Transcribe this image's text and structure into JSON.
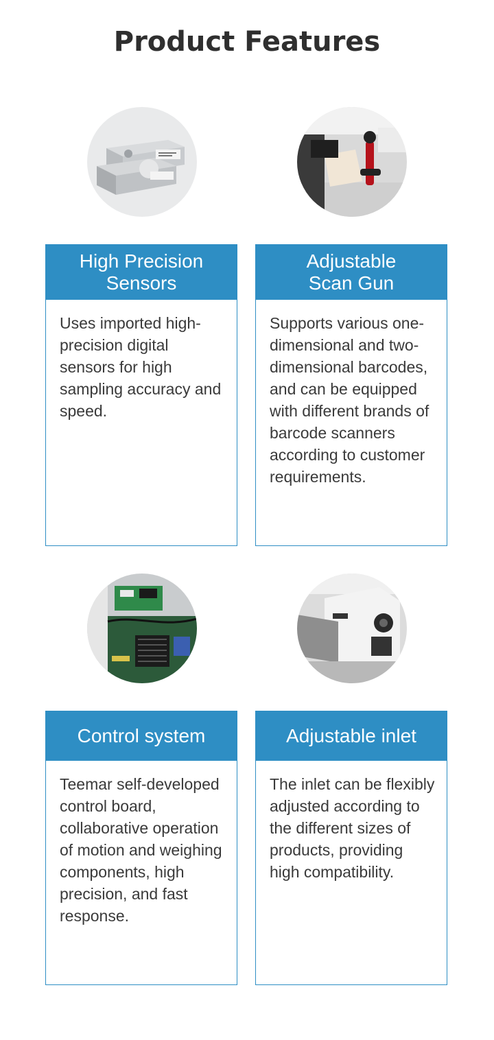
{
  "page": {
    "title": "Product Features"
  },
  "features": [
    {
      "title": "High Precision\nSensors",
      "description": "Uses imported high-precision digital sensors for high sampling accuracy and speed.",
      "image_icon": "load-cell-sensor-photo"
    },
    {
      "title": "Adjustable\nScan Gun",
      "description": "Supports various one-dimensional and two-dimensional barcodes, and can be equipped with different brands of barcode scanners according to customer requirements.",
      "image_icon": "scan-gun-mount-photo"
    },
    {
      "title": "Control system",
      "description": "Teemar self-developed control board, collaborative operation of motion and weighing components, high precision, and fast response.",
      "image_icon": "control-board-photo"
    },
    {
      "title": "Adjustable inlet",
      "description": "The inlet can be flexibly adjusted according to the different sizes of products, providing high compatibility.",
      "image_icon": "machine-inlet-photo"
    }
  ],
  "colors": {
    "accent": "#2e8ec4",
    "title_text": "#2f2f2f",
    "body_text": "#3a3a3a"
  }
}
